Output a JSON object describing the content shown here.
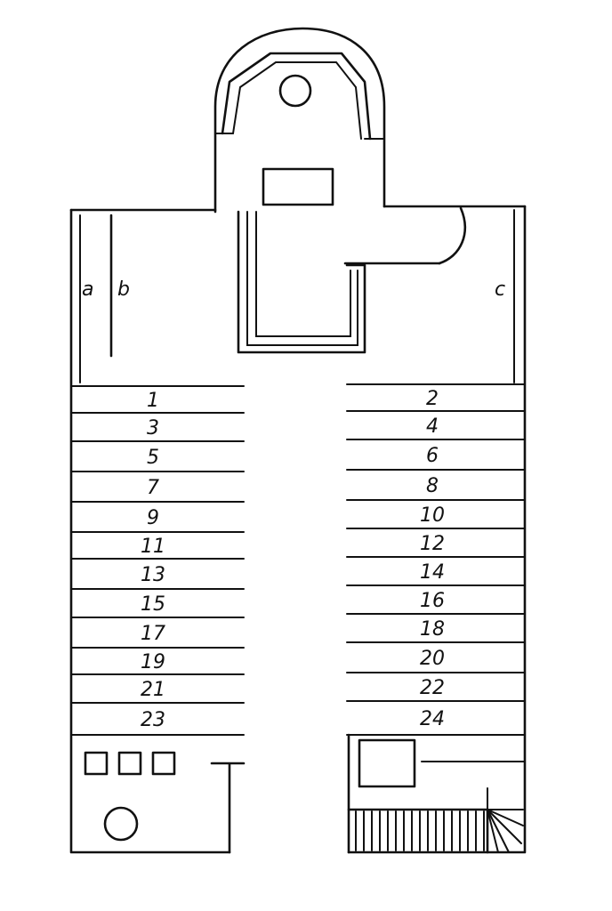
{
  "labels": {
    "left_side": [
      "a",
      "b"
    ],
    "right_side": "c"
  },
  "rows_left": [
    "1",
    "3",
    "5",
    "7",
    "9",
    "11",
    "13",
    "15",
    "17",
    "19",
    "21",
    "23"
  ],
  "rows_right": [
    "2",
    "4",
    "6",
    "8",
    "10",
    "12",
    "14",
    "16",
    "18",
    "20",
    "22",
    "24"
  ],
  "colors": {
    "ink": "#111111",
    "paper": "#ffffff"
  }
}
